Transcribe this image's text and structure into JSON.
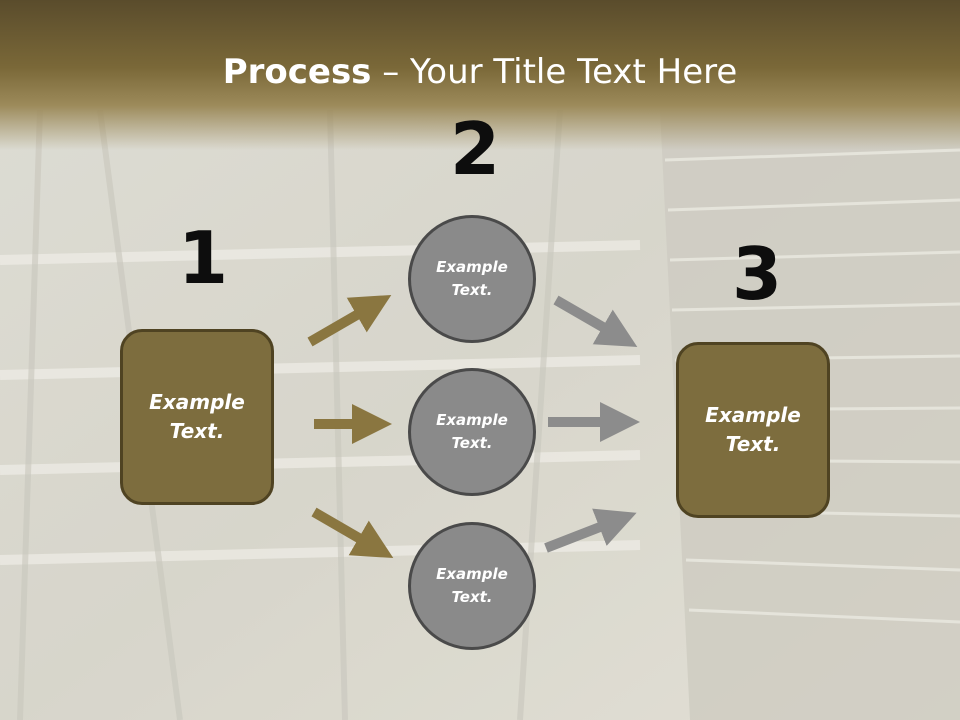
{
  "title": {
    "bold": "Process",
    "rest": " – Your Title Text Here"
  },
  "steps": {
    "n1": "1",
    "n2": "2",
    "n3": "3"
  },
  "box_left": {
    "label": "Example\nText."
  },
  "box_right": {
    "label": "Example\nText."
  },
  "circles": [
    {
      "label": "Example\nText."
    },
    {
      "label": "Example\nText."
    },
    {
      "label": "Example\nText."
    }
  ],
  "colors": {
    "box_fill": "#7d6d3e",
    "box_border": "#4f4322",
    "circle_fill": "#8a8a8a",
    "circle_border": "#4a4a4a",
    "arrow_gold": "#8a7640",
    "arrow_gray": "#8c8c8c",
    "title_bar": "#6f5f36"
  }
}
